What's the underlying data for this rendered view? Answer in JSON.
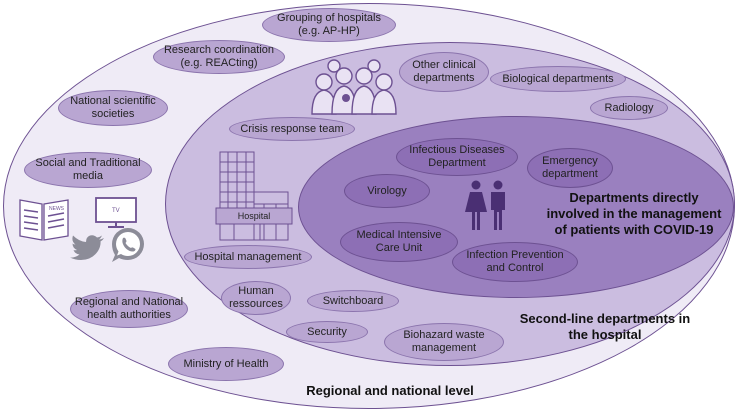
{
  "levels": {
    "outer": "Regional and national level",
    "middle": "Second-line departments in\nthe hospital",
    "inner": "Departments directly\ninvolved in the management\nof patients with COVID-19"
  },
  "outer_items": {
    "grouping": "Grouping of hospitals\n(e.g. AP-HP)",
    "research": "Research coordination\n(e.g. REACting)",
    "societies": "National scientific\nsocieties",
    "media": "Social and Traditional\nmedia",
    "authorities": "Regional and National\nhealth authorities",
    "ministry": "Ministry of Health"
  },
  "middle_items": {
    "other_clinical": "Other clinical\ndepartments",
    "biological": "Biological departments",
    "radiology": "Radiology",
    "crisis": "Crisis response team",
    "hospital_mgmt": "Hospital management",
    "human_res": "Human\nressources",
    "switchboard": "Switchboard",
    "security": "Security",
    "biohazard": "Biohazard waste\nmanagement"
  },
  "inner_items": {
    "infectious": "Infectious Diseases\nDepartment",
    "emergency": "Emergency\ndepartment",
    "virology": "Virology",
    "icu": "Medical Intensive\nCare Unit",
    "ipc": "Infection Prevention\nand Control"
  },
  "icons": {
    "newspaper_label": "NEWS",
    "tv_label": "TV",
    "hospital_label": "Hospital"
  },
  "colors": {
    "outer_fill": "#efebf6",
    "middle_fill": "#cbbde0",
    "inner_fill": "#9a80bf",
    "border": "#6d5192"
  }
}
